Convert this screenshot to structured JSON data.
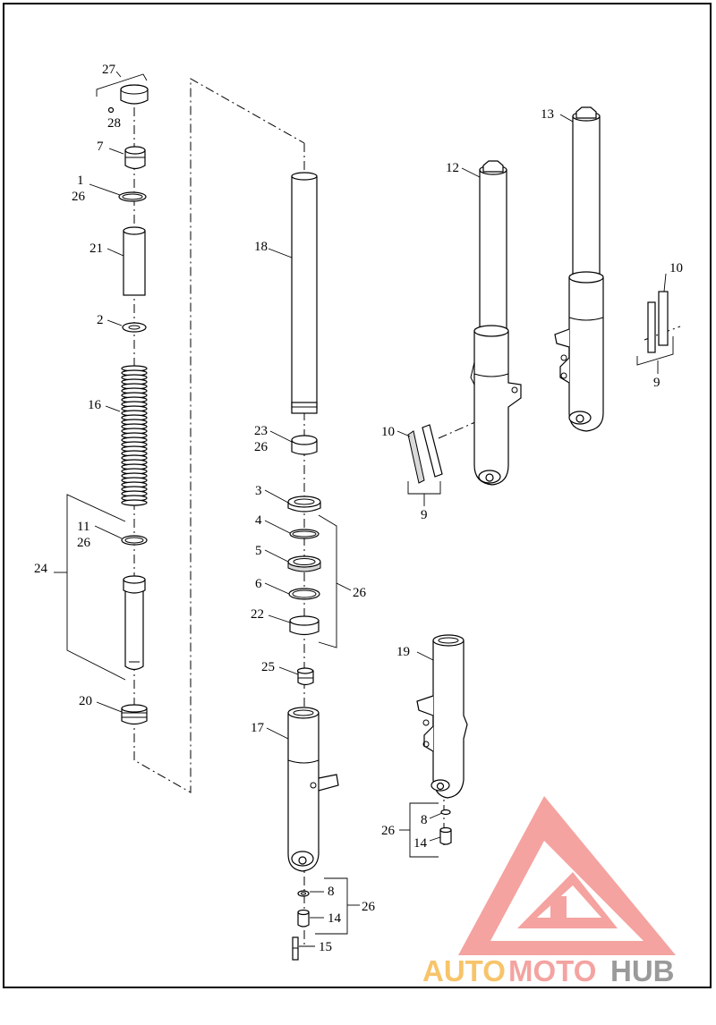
{
  "labels": {
    "l27": "27",
    "l28": "28",
    "l7": "7",
    "l1": "1",
    "l26a": "26",
    "l21": "21",
    "l2": "2",
    "l16": "16",
    "l11": "11",
    "l26b": "26",
    "l24": "24",
    "l20": "20",
    "l18": "18",
    "l23": "23",
    "l26c": "26",
    "l3": "3",
    "l4": "4",
    "l5": "5",
    "l6": "6",
    "l22": "22",
    "l26d": "26",
    "l25": "25",
    "l17": "17",
    "l8a": "8",
    "l14a": "14",
    "l26e": "26",
    "l15": "15",
    "l12": "12",
    "l10a": "10",
    "l9a": "9",
    "l13": "13",
    "l10b": "10",
    "l9b": "9",
    "l19": "19",
    "l26f": "26",
    "l8b": "8",
    "l14b": "14"
  },
  "watermark": {
    "part1": "AUTO",
    "part2": "MOTO",
    "part3": "HUB",
    "color_main": "#f4a3a0",
    "color_auto": "#f7c46a",
    "color_hub": "#9a9a9a"
  }
}
